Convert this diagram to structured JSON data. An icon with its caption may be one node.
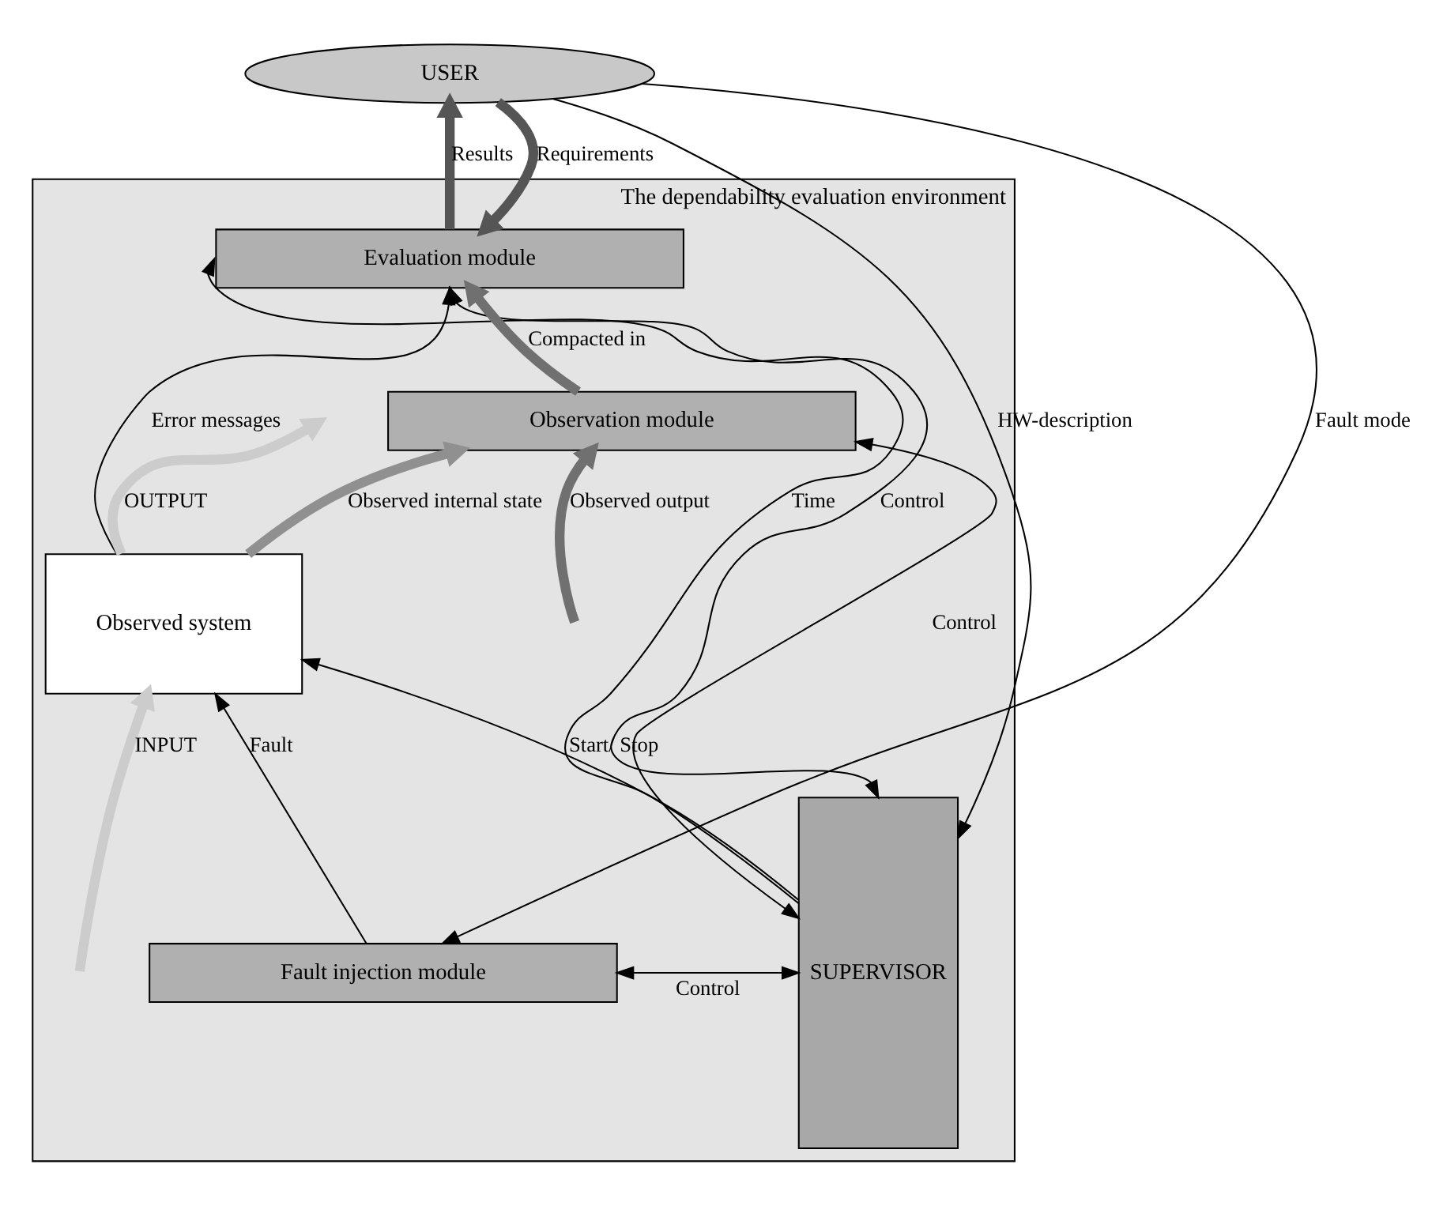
{
  "diagram": {
    "nodes": [
      {
        "text": [
          "The dependability evaluation environment"
        ]
      },
      {
        "text": [
          "USER"
        ]
      },
      {
        "text": [
          "SUPERVISOR"
        ],
        "in": 0
      },
      {
        "text": [
          "Evaluation module"
        ],
        "in": 0
      },
      {
        "text": [
          "Observation module"
        ],
        "in": 0
      },
      {
        "text": [
          "Observed system"
        ],
        "in": 0
      },
      {
        "text": [
          "Fault injection module"
        ],
        "in": 0
      }
    ],
    "edges": [
      {
        "from": 1,
        "to": 6,
        "arrow": "to",
        "label": "Fault mode"
      },
      {
        "from": 1,
        "to": 2,
        "arrow": "to",
        "label": "HW-description"
      },
      {
        "from": 1,
        "to": 3,
        "arrow": "to",
        "label": "Requirements",
        "style": "thick",
        "color": "#555555"
      },
      {
        "from": 3,
        "to": 1,
        "arrow": "to",
        "label": "Results",
        "style": "thick",
        "color": "#555555"
      },
      {
        "from": 2,
        "to": 3,
        "arrow": "to",
        "label": "Time"
      },
      {
        "from": 5,
        "to": 3,
        "arrow": "to",
        "label": "Error messages"
      },
      {
        "from": 2,
        "to": 3,
        "arrow": "both",
        "label": "Control"
      },
      {
        "from": 4,
        "to": 3,
        "arrow": "to",
        "label": "Compacted in",
        "style": "thick",
        "color": "#707070"
      },
      {
        "from": 2,
        "to": 4,
        "arrow": "both",
        "label": "Control"
      },
      {
        "from": 5,
        "to": 4,
        "arrow": "to",
        "label": "Observed internal state",
        "style": "thick",
        "color": "#909090"
      },
      {
        "from": null,
        "to": 4,
        "arrow": "to",
        "label": "Observed output",
        "style": "thick",
        "color": "#707070"
      },
      {
        "from": 2,
        "to": 5,
        "arrow": "to",
        "label": "Start/ Stop"
      },
      {
        "from": null,
        "to": 5,
        "arrow": "to",
        "label": "INPUT",
        "style": "thick",
        "color": "#cccccc"
      },
      {
        "from": 5,
        "to": null,
        "arrow": "to",
        "label": "OUTPUT",
        "style": "thick",
        "color": "#cccccc"
      },
      {
        "from": 6,
        "to": 5,
        "arrow": "to",
        "label": "Fault"
      },
      {
        "from": 2,
        "to": 6,
        "arrow": "both",
        "label": "Control"
      }
    ]
  }
}
